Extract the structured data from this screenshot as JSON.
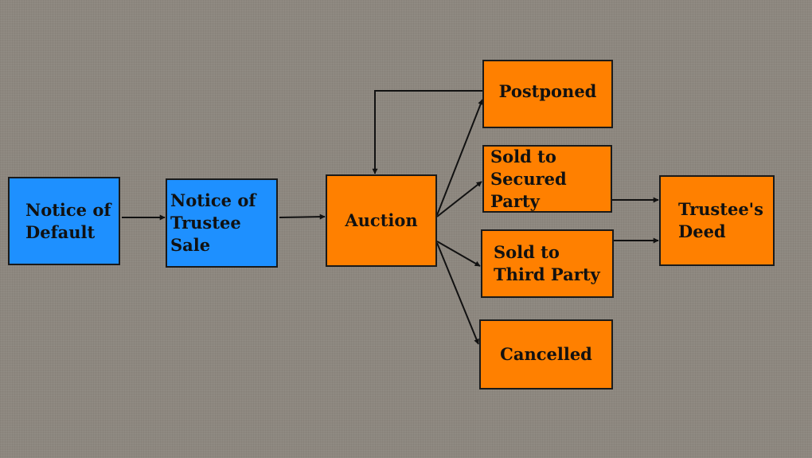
{
  "diagram": {
    "colors": {
      "background": "#8d877f",
      "blue": "#1e90ff",
      "orange": "#ff8000",
      "line": "#111111"
    },
    "nodes": {
      "notice_of_default": "Notice of\nDefault",
      "notice_of_trustee_sale": "Notice of\nTrustee Sale",
      "auction": "Auction",
      "postponed": "Postponed",
      "sold_secured": "Sold to\nSecured Party",
      "sold_third": "Sold to\nThird Party",
      "cancelled": "Cancelled",
      "trustees_deed": "Trustee's\nDeed"
    },
    "edges": [
      {
        "from": "notice_of_default",
        "to": "notice_of_trustee_sale"
      },
      {
        "from": "notice_of_trustee_sale",
        "to": "auction"
      },
      {
        "from": "auction",
        "to": "postponed"
      },
      {
        "from": "auction",
        "to": "sold_secured"
      },
      {
        "from": "auction",
        "to": "sold_third"
      },
      {
        "from": "auction",
        "to": "cancelled"
      },
      {
        "from": "postponed",
        "to": "auction"
      },
      {
        "from": "sold_secured",
        "to": "trustees_deed"
      },
      {
        "from": "sold_third",
        "to": "trustees_deed"
      }
    ]
  }
}
